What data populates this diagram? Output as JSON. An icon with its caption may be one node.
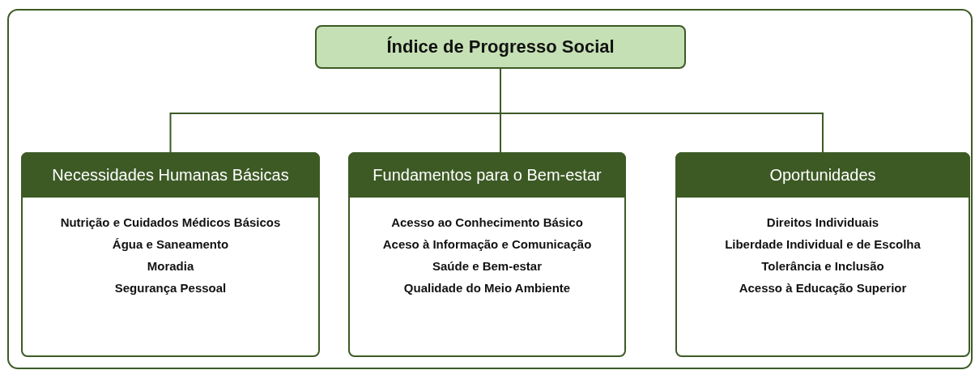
{
  "diagram": {
    "nodes": [
      {
        "text": [
          "Índice de Progresso Social"
        ]
      },
      {
        "text": [
          "Necessidades Humanas Básicas",
          "Nutrição e Cuidados Médicos Básicos",
          "Água e Saneamento",
          "Moradia",
          "Segurança Pessoal"
        ]
      },
      {
        "text": [
          "Fundamentos para o Bem-estar",
          "Acesso ao Conhecimento Básico",
          "Aceso à Informação e Comunicação",
          "Saúde e Bem-estar",
          "Qualidade do Meio Ambiente"
        ]
      },
      {
        "text": [
          "Oportunidades",
          "Direitos Individuais",
          "Liberdade Individual e de Escolha",
          "Tolerância e Inclusão",
          "Acesso à Educação Superior"
        ]
      }
    ],
    "edges": [
      {
        "from": 0,
        "to": 1,
        "arrow": "none"
      },
      {
        "from": 0,
        "to": 2,
        "arrow": "none"
      },
      {
        "from": 0,
        "to": 3,
        "arrow": "none"
      }
    ]
  }
}
